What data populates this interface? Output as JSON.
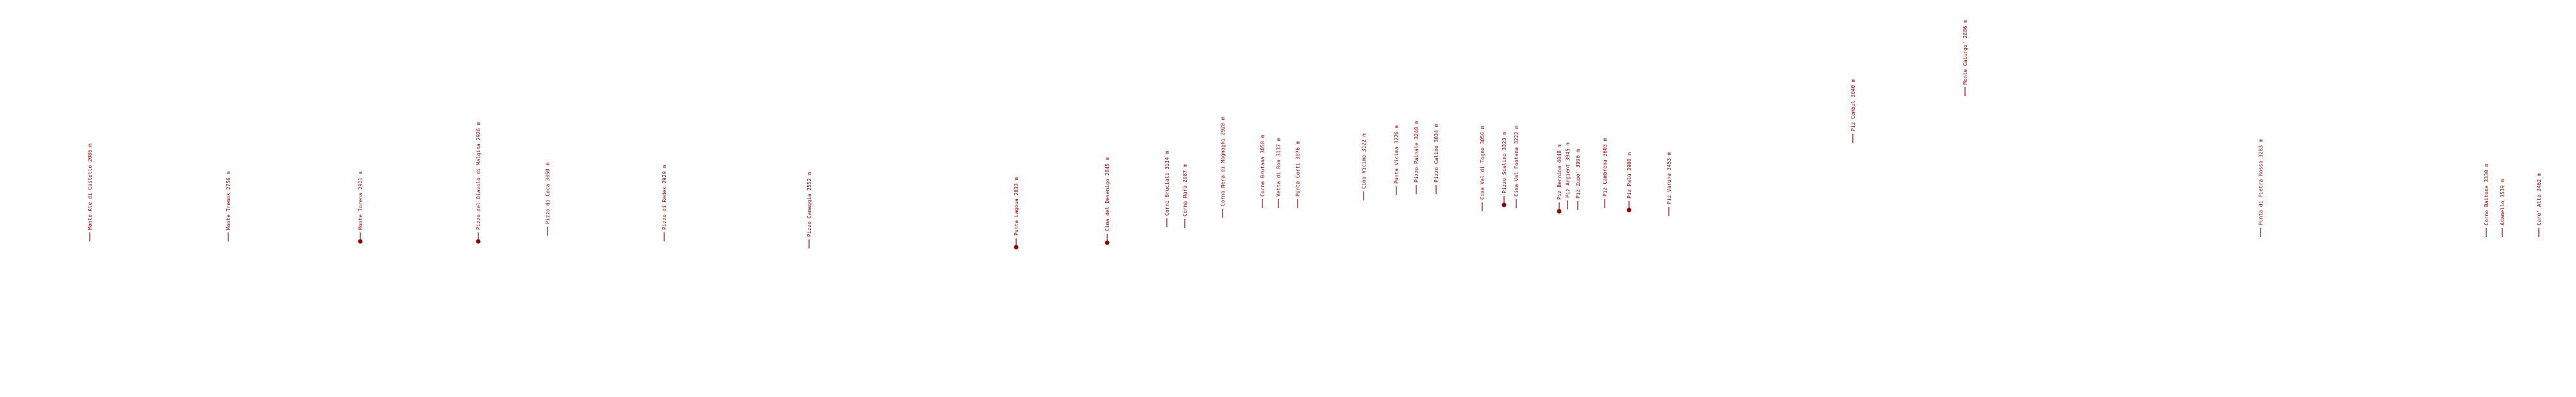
{
  "theme": {
    "label_color": "#8b0000",
    "background": "#ffffff"
  },
  "peaks": [
    {
      "name": "Monte Ale di Castello 2086 m",
      "marker": false
    },
    {
      "name": "Monte Tremok 2756 m",
      "marker": false
    },
    {
      "name": "Monte Torena 2911 m",
      "marker": true
    },
    {
      "name": "Pizzo del Diavolo di Malgina 2926 m",
      "marker": true
    },
    {
      "name": "Pizzo di Coca 3050 m",
      "marker": false
    },
    {
      "name": "Pizzo di Redes 2929 m",
      "marker": false
    },
    {
      "name": "Pizzo Camaggia 2552 m",
      "marker": false
    },
    {
      "name": "Punta Lagoua 2833 m",
      "marker": true
    },
    {
      "name": "Cima del Desenigo 2845 m",
      "marker": true
    },
    {
      "name": "Corni Bruciati 3114 m",
      "marker": false
    },
    {
      "name": "Corna Rara 2987 m",
      "marker": false
    },
    {
      "name": "Corna Nera di Magnaghi 2920 m",
      "marker": false
    },
    {
      "name": "Corna Brutana 3050 m",
      "marker": false
    },
    {
      "name": "Vetta di Ron 3137 m",
      "marker": false
    },
    {
      "name": "Punta Corti 3076 m",
      "marker": false
    },
    {
      "name": "Cima Vicima 3122 m",
      "marker": false
    },
    {
      "name": "Punta Vicima 3226 m",
      "marker": false
    },
    {
      "name": "Pizzo Painale 3248 m",
      "marker": false
    },
    {
      "name": "Pizzo Calino 3034 m",
      "marker": false
    },
    {
      "name": "Cima Val di Togno 3056 m",
      "marker": false
    },
    {
      "name": "Pizzo Scalino 3323 m",
      "marker": true
    },
    {
      "name": "Cima Val Fontana 3222 m",
      "marker": false
    },
    {
      "name": "Piz Bernina 4048 m",
      "marker": true
    },
    {
      "name": "Piz Argient 3945 m",
      "marker": false
    },
    {
      "name": "Piz Zupo' 3996 m",
      "marker": false
    },
    {
      "name": "Piz Cambrena 3603 m",
      "marker": false
    },
    {
      "name": "Piz Palü 3900 m",
      "marker": true
    },
    {
      "name": "Piz Varuna 3453 m",
      "marker": false
    },
    {
      "name": "Piz Combul 3040 m",
      "marker": false
    },
    {
      "name": "Monte Caiurgo' 2886 m",
      "marker": false
    },
    {
      "name": "Punta di Pietra Rossa 3283 m",
      "marker": false
    },
    {
      "name": "Corno Baitone 3330 m",
      "marker": false
    },
    {
      "name": "Adamello 3539 m",
      "marker": false
    },
    {
      "name": "Care' Alto 3462 m",
      "marker": false
    }
  ]
}
